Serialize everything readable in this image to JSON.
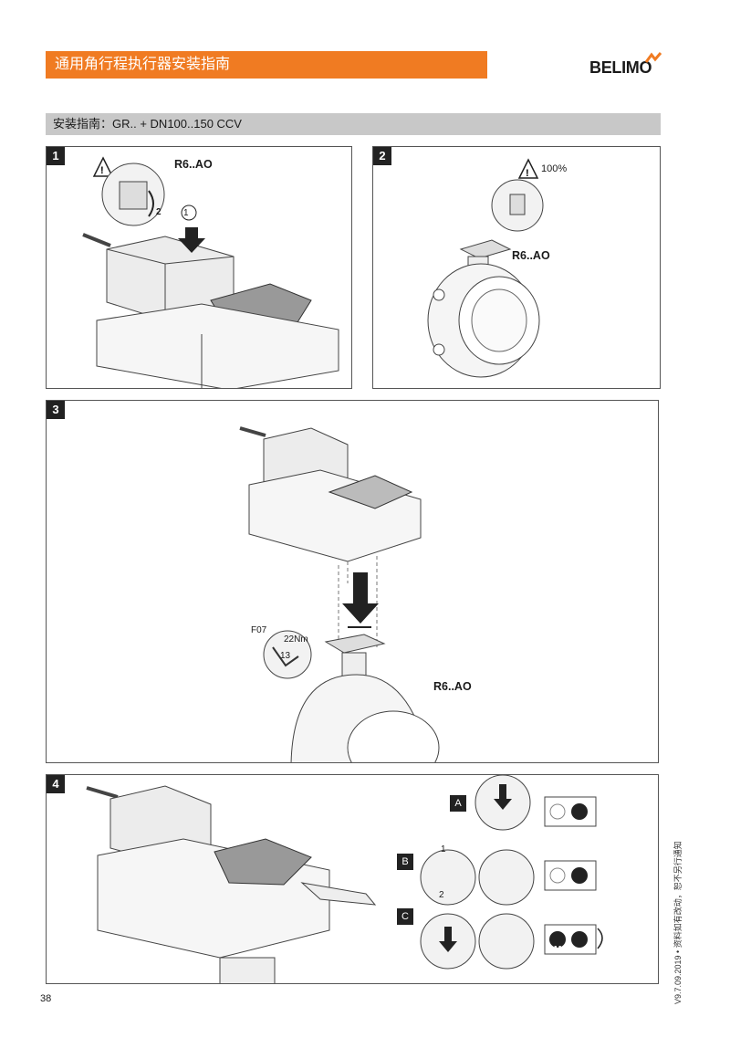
{
  "header": {
    "title": "通用角行程执行器安装指南",
    "brand": "BELIMO"
  },
  "section": {
    "title": "安装指南：GR.. + DN100..150 CCV"
  },
  "steps": [
    {
      "number": "1",
      "model": "R6..AO",
      "callout": "1",
      "torque_note": "2"
    },
    {
      "number": "2",
      "model": "R6..AO",
      "percent": "100%"
    },
    {
      "number": "3",
      "model": "R6..AO",
      "flange": "F07",
      "torque": "22Nm",
      "wrench": "13"
    },
    {
      "number": "4",
      "modes": [
        "A",
        "B",
        "C"
      ],
      "callout_1": "1",
      "callout_2": "2",
      "motor_symbol": "M"
    }
  ],
  "footer": {
    "page_number": "38",
    "version_note": "V9.7.09.2019 • 资料如有改动，恕不另行通知"
  },
  "colors": {
    "accent": "#f07b22",
    "band": "#c8c8c8",
    "line": "#555555"
  }
}
